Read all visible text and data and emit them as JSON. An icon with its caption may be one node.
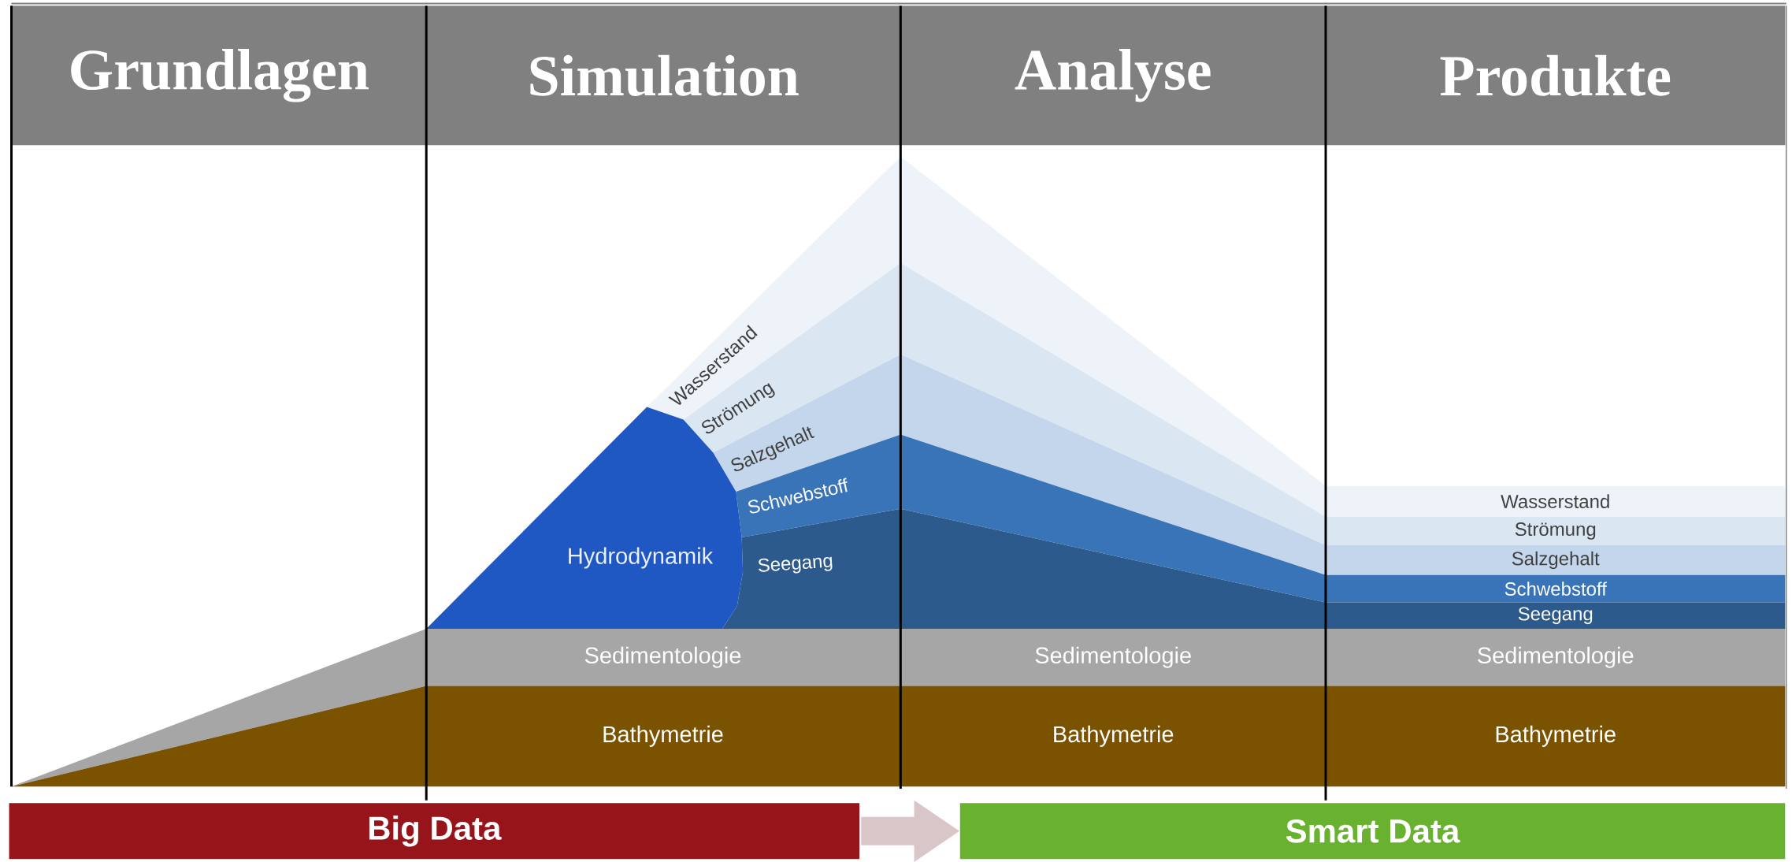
{
  "diagram": {
    "nodes": [
      {
        "text": [
          "Grundlagen"
        ]
      },
      {
        "text": [
          "Simulation"
        ]
      },
      {
        "text": [
          "Analyse"
        ]
      },
      {
        "text": [
          "Produkte"
        ]
      },
      {
        "text": [
          "Wasserstand",
          "Wasserstand"
        ]
      },
      {
        "text": [
          "Strömung",
          "Strömung"
        ]
      },
      {
        "text": [
          "Salzgehalt",
          "Salzgehalt"
        ]
      },
      {
        "text": [
          "Schwebstoff",
          "Schwebstoff"
        ]
      },
      {
        "text": [
          "Seegang",
          "Seegang"
        ]
      },
      {
        "text": [
          "Hydrodynamik"
        ]
      },
      {
        "text": [
          "Sedimentologie",
          "Sedimentologie",
          "Sedimentologie"
        ]
      },
      {
        "text": [
          "Bathymetrie",
          "Bathymetrie",
          "Bathymetrie"
        ]
      },
      {
        "text": [
          "Big Data"
        ]
      },
      {
        "text": [
          "Smart Data"
        ]
      }
    ],
    "edges": [
      {
        "from": 12,
        "to": 13,
        "arrow": "to"
      }
    ]
  }
}
